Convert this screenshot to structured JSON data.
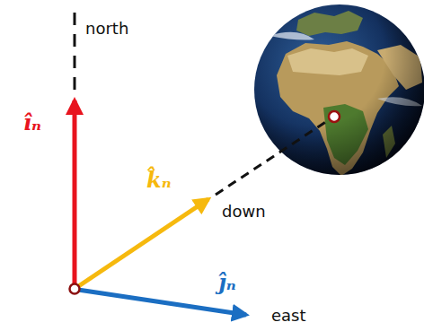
{
  "diagram": {
    "labels": [
      "north",
      "îₙ",
      "k̂ₙ",
      "down",
      "ĵₙ",
      "east"
    ]
  }
}
